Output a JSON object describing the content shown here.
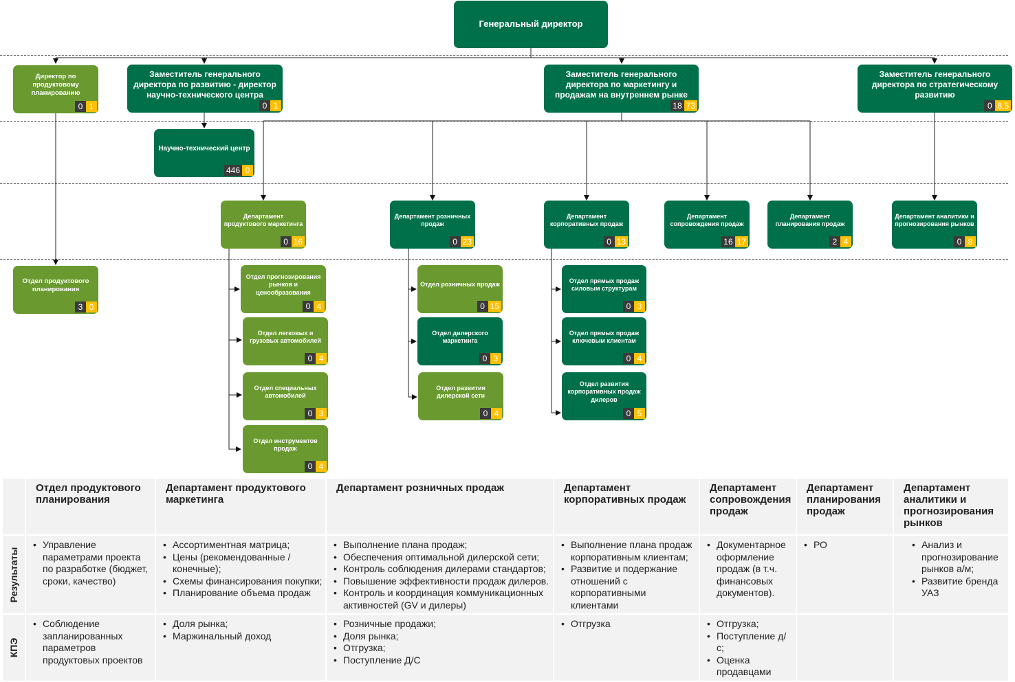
{
  "org": {
    "ceo": {
      "title": "Генеральный директор"
    },
    "dir_product": {
      "title": "Директор по продуктовому планированию",
      "b1": "0",
      "b2": "1"
    },
    "dep_dev": {
      "title": "Заместитель генерального директора по развитию - директор научно-технического центра",
      "b1": "0",
      "b2": "1"
    },
    "dep_market": {
      "title": "Заместитель генерального директора по маркетингу и продажам на внутреннем рынке",
      "b1": "18",
      "b2": "73"
    },
    "dep_strat": {
      "title": "Заместитель генерального директора по стратегическому развитию",
      "b1": "0",
      "b2": "8,5"
    },
    "ntc": {
      "title": "Научно-технический центр",
      "b1": "446",
      "b2": "0"
    },
    "d_prod_mkt": {
      "title": "Департамент продуктового маркетинга",
      "b1": "0",
      "b2": "16"
    },
    "d_retail": {
      "title": "Департамент розничных продаж",
      "b1": "0",
      "b2": "23"
    },
    "d_corp": {
      "title": "Департамент корпоративных продаж",
      "b1": "0",
      "b2": "13"
    },
    "d_support": {
      "title": "Департамент сопровождения продаж",
      "b1": "16",
      "b2": "17"
    },
    "d_plan": {
      "title": "Департамент планирования продаж",
      "b1": "2",
      "b2": "4"
    },
    "d_analytics": {
      "title": "Департамент аналитики и прогнозирования рынков",
      "b1": "0",
      "b2": "8"
    },
    "o_prod_plan": {
      "title": "Отдел продуктового планирования",
      "b1": "3",
      "b2": "0"
    },
    "o_forecast": {
      "title": "Отдел прогнозирования рынков и ценообразования",
      "b1": "0",
      "b2": "4"
    },
    "o_cars": {
      "title": "Отдел легковых и грузовых автомобилей",
      "b1": "0",
      "b2": "4"
    },
    "o_special": {
      "title": "Отдел специальных автомобилей",
      "b1": "0",
      "b2": "3"
    },
    "o_tools": {
      "title": "Отдел инструментов продаж",
      "b1": "0",
      "b2": "4"
    },
    "o_retail": {
      "title": "Отдел розничных продаж",
      "b1": "0",
      "b2": "15"
    },
    "o_dealer_mkt": {
      "title": "Отдел дилерского маркетинга",
      "b1": "0",
      "b2": "3"
    },
    "o_dealer_net": {
      "title": "Отдел развития дилерской сети",
      "b1": "0",
      "b2": "4"
    },
    "o_power": {
      "title": "Отдел прямых продаж силовым структурам",
      "b1": "0",
      "b2": "3"
    },
    "o_key": {
      "title": "Отдел прямых продаж ключевым клиентам",
      "b1": "0",
      "b2": "4"
    },
    "o_corp_dealer": {
      "title": "Отдел развития корпоративных продаж дилеров",
      "b1": "0",
      "b2": "5"
    }
  },
  "table": {
    "headers": [
      "Отдел продуктового планирования",
      "Департамент продуктового маркетинга",
      "Департамент розничных продаж",
      "Департамент корпоративных продаж",
      "Департамент сопровождения продаж",
      "Департамент планирования продаж",
      "Департамент аналитики и прогнозирования рынков"
    ],
    "row_results_label": "Результаты",
    "row_kpi_label": "КПЭ",
    "results": [
      [
        "Управление параметрами проекта по разработке (бюджет, сроки, качество)"
      ],
      [
        "Ассортиментная матрица;",
        "Цены (рекомендованные / конечные);",
        "Схемы финансирования покупки;",
        "Планирование объема продаж"
      ],
      [
        "Выполнение плана продаж;",
        "Обеспечения оптимальной дилерской сети;",
        "Контроль соблюдения дилерами стандартов;",
        "Повышение эффективности продаж дилеров.",
        "Контроль и координация коммуникационных активностей (GV и дилеры)"
      ],
      [
        "Выполнение плана продаж корпоративным клиентам;",
        "Развитие и подержание отношений с корпоративными клиентами"
      ],
      [
        "Документарное оформление продаж (в т.ч. финансовых документов)."
      ],
      [
        "РО"
      ],
      [
        "Анализ и прогнозирование рынков а/м;",
        "Развитие бренда УАЗ"
      ]
    ],
    "kpi": [
      [
        "Соблюдение запланированных параметров продуктовых проектов"
      ],
      [
        "Доля рынка;",
        "Маржинальный доход"
      ],
      [
        "Розничные продажи;",
        "Доля рынка;",
        "Отгрузка;",
        "Поступление Д/С"
      ],
      [
        "Отгрузка"
      ],
      [
        "Отгрузка;",
        "Поступление д/с;",
        "Оценка продавцами"
      ],
      [],
      []
    ]
  }
}
